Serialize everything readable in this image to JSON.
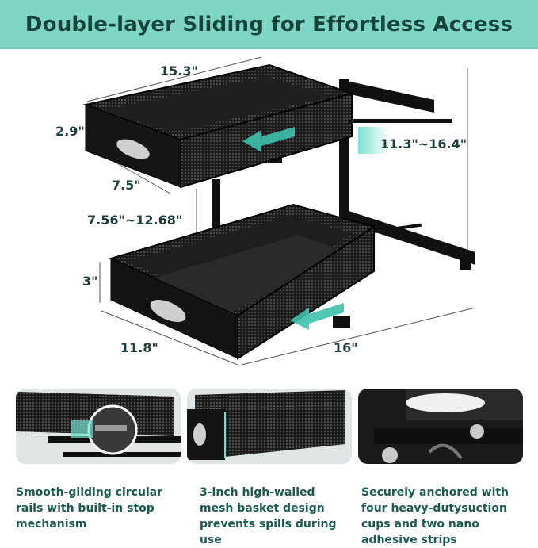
{
  "banner": {
    "title": "Double-layer Sliding for Effortless Access"
  },
  "dimensions": {
    "top_width": "15.3\"",
    "top_height": "2.9\"",
    "top_depth": "7.5\"",
    "total_height": "11.3\"~16.4\"",
    "gap_height": "7.56\"~12.68\"",
    "bottom_height": "3\"",
    "bottom_depth": "11.8\"",
    "bottom_width": "16\""
  },
  "features": [
    {
      "caption": "Smooth-gliding circular rails with built-in stop mechanism"
    },
    {
      "caption": "3-inch high-walled mesh basket design prevents spills during use"
    },
    {
      "caption": "Securely anchored with four heavy-dutysuction cups and two nano adhesive strips"
    }
  ],
  "colors": {
    "banner": "#7fd6c5",
    "title_text": "#16443a",
    "caption_text": "#1b5a50",
    "accent_arrow": "#3fc0ad"
  }
}
